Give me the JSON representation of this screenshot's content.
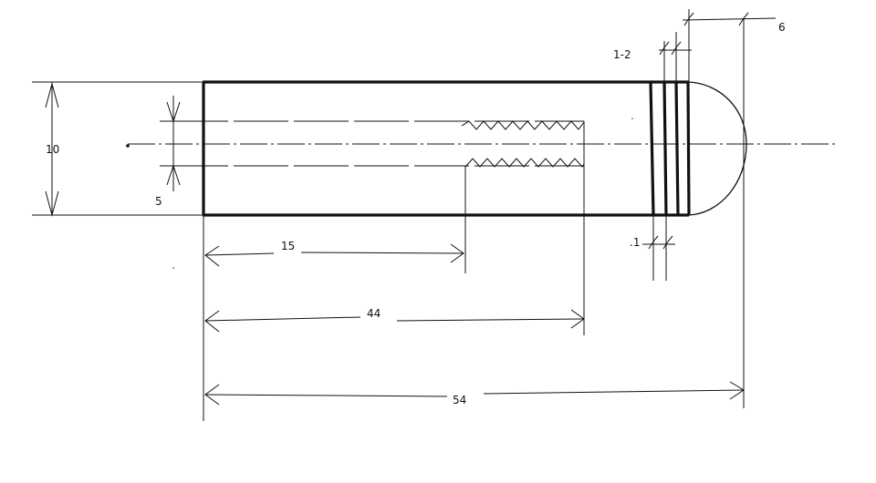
{
  "drawing": {
    "labels": {
      "diameter": "10",
      "bore": "5",
      "thread_depth": "15",
      "bore_depth": "44",
      "overall_length": "54",
      "dome": "6",
      "groove_spacing": "1-2",
      "groove_width": ".1"
    }
  }
}
